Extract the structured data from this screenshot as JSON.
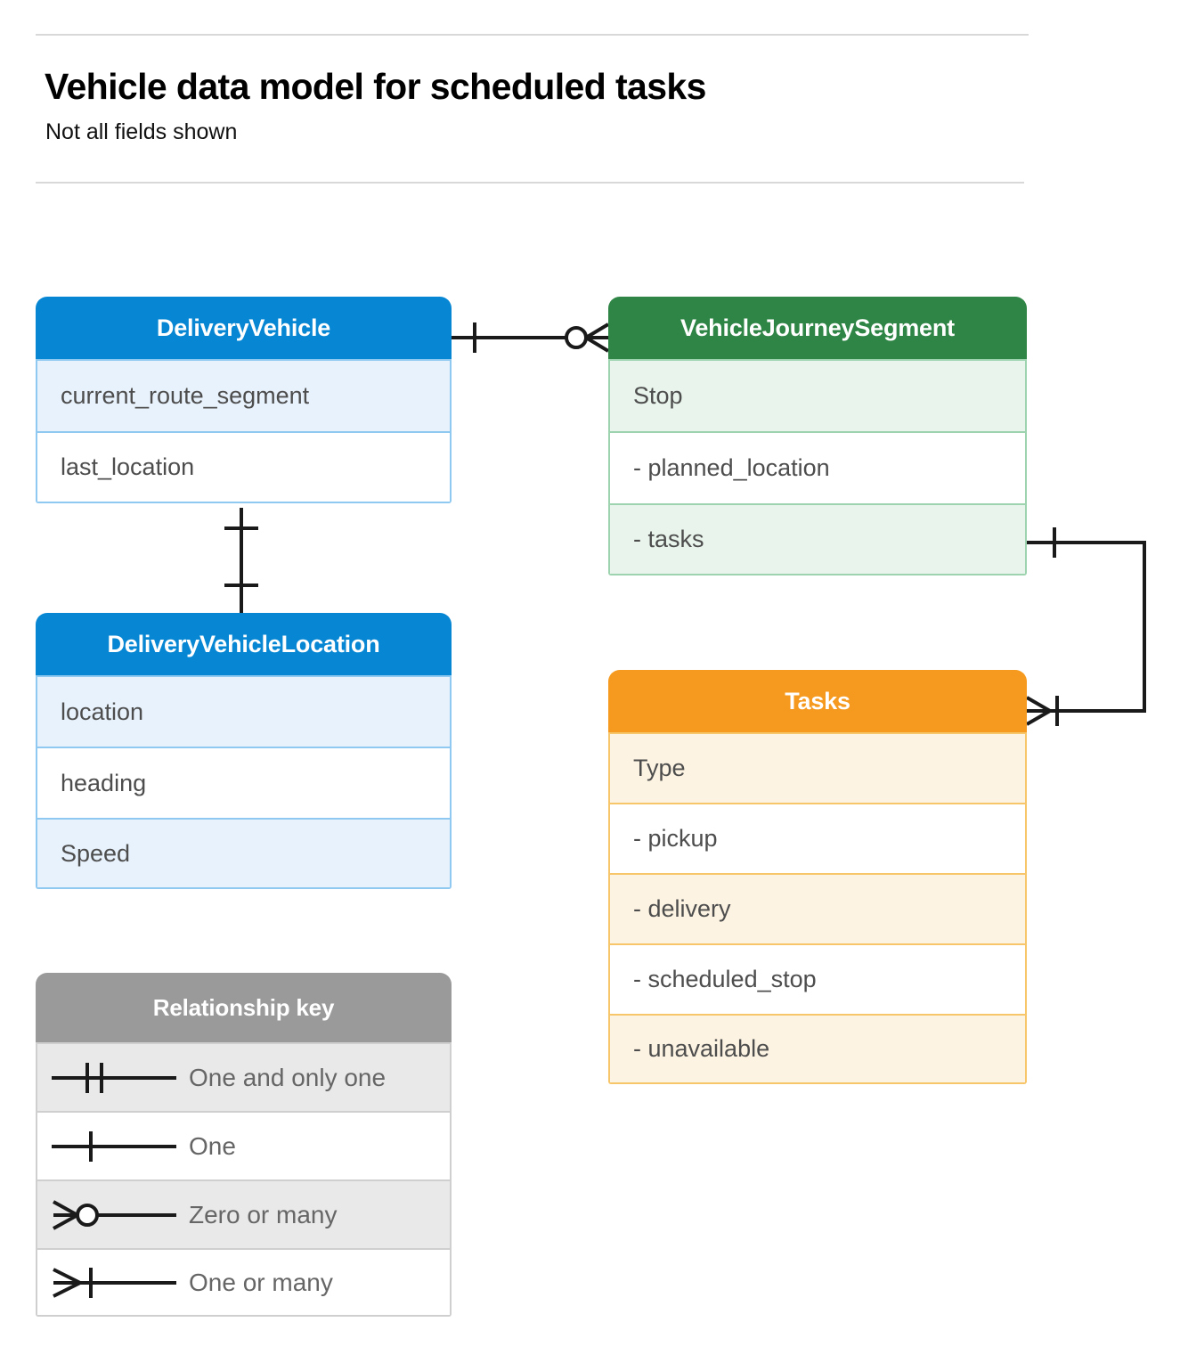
{
  "header": {
    "title": "Vehicle data model for scheduled tasks",
    "subtitle": "Not all fields shown"
  },
  "colors": {
    "blue_header": "#0787d3",
    "blue_row_tint": "#e8f2fc",
    "blue_border": "#8fc8f0",
    "green_header": "#2e8545",
    "green_row_tint": "#e8f4ec",
    "green_border": "#9ed3af",
    "orange_header": "#f59a1e",
    "orange_row_tint": "#fdf3e2",
    "orange_border": "#f8c66a",
    "grey_header": "#9a9a9a",
    "grey_row_tint": "#e9e9e9",
    "grey_border": "#cfcfcf",
    "connector": "#1a1a1a",
    "row_text": "#4d4d4d",
    "legend_text": "#666666",
    "rule": "#d8d8d8"
  },
  "entities": {
    "delivery_vehicle": {
      "name": "DeliveryVehicle",
      "fields": [
        {
          "label": "current_route_segment"
        },
        {
          "label": "last_location"
        }
      ]
    },
    "journey_segment": {
      "name": "VehicleJourneySegment",
      "fields": [
        {
          "label": "Stop"
        },
        {
          "label": "-  planned_location"
        },
        {
          "label": "- tasks"
        }
      ]
    },
    "vehicle_location": {
      "name": "DeliveryVehicleLocation",
      "fields": [
        {
          "label": "location"
        },
        {
          "label": "heading"
        },
        {
          "label": "Speed"
        }
      ]
    },
    "tasks": {
      "name": "Tasks",
      "fields": [
        {
          "label": "Type"
        },
        {
          "label": "-  pickup"
        },
        {
          "label": "-  delivery"
        },
        {
          "label": "-  scheduled_stop"
        },
        {
          "label": "-  unavailable"
        }
      ]
    }
  },
  "legend": {
    "title": "Relationship key",
    "items": [
      {
        "symbol": "one-and-only-one",
        "label": "One and only one"
      },
      {
        "symbol": "one",
        "label": "One"
      },
      {
        "symbol": "zero-or-many",
        "label": "Zero or many"
      },
      {
        "symbol": "one-or-many",
        "label": "One or many"
      }
    ]
  },
  "relationships": [
    {
      "from": "DeliveryVehicle",
      "to": "VehicleJourneySegment",
      "from_cardinality": "One",
      "to_cardinality": "Zero or many"
    },
    {
      "from": "DeliveryVehicle",
      "to": "DeliveryVehicleLocation",
      "from_cardinality": "One",
      "to_cardinality": "One"
    },
    {
      "from": "VehicleJourneySegment",
      "to": "Tasks",
      "from_cardinality": "One",
      "to_cardinality": "One or many"
    }
  ]
}
